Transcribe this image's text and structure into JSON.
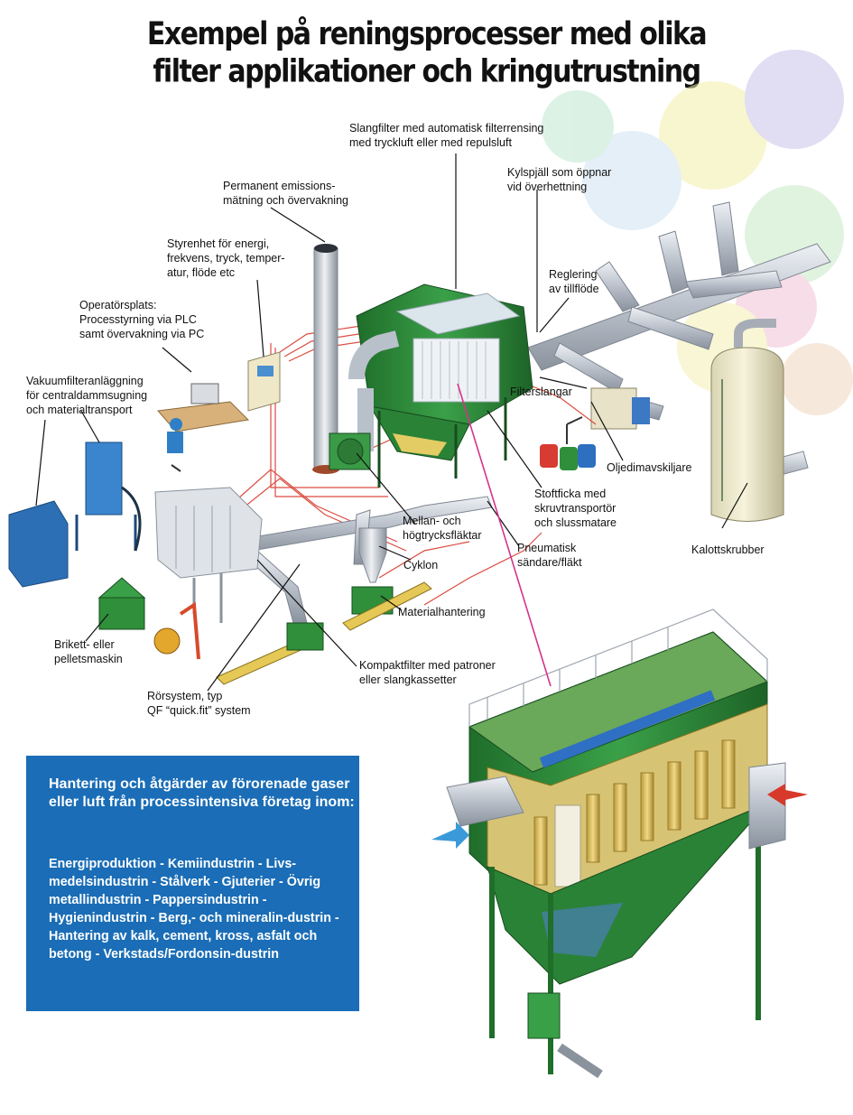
{
  "title": {
    "line1": "Exempel på reningsprocesser med olika",
    "line2": "filter applikationer och kringutrustning"
  },
  "labels": {
    "slangfilter": "Slangfilter med automatisk filterrensing\nmed tryckluft eller med repulsluft",
    "kylspjall": "Kylspjäll som öppnar\nvid överhettning",
    "emission": "Permanent emissions-\nmätning och övervakning",
    "styrenhet": "Styrenhet för energi,\nfrekvens, tryck, temper-\natur, flöde etc",
    "reglering": "Reglering\nav tillflöde",
    "operator": "Operatörsplats:\nProcesstyrning via PLC\nsamt övervakning via PC",
    "vakuum": "Vakuumfilteranläggning\nför centraldammsugning\noch materialtransport",
    "filterslangar": "Filterslangar",
    "oljedimavskiljare": "Oljedimavskiljare",
    "stoftficka": "Stoftficka med\nskruvtransportör\noch slussmatare",
    "flaktar": "Mellan- och\nhögtrycksfläktar",
    "pneumatisk": "Pneumatisk\nsändare/fläkt",
    "kalottskrubber": "Kalottskrubber",
    "cyklon": "Cyklon",
    "materialhantering": "Materialhantering",
    "brikett": "Brikett- eller\npelletsmaskin",
    "kompaktfilter": "Kompaktfilter med patroner\neller slangkassetter",
    "rorsystem": "Rörsystem, typ\nQF “quick.fit” system"
  },
  "info_box": {
    "heading": "Hantering och åtgärder av förorenade gaser eller luft från  processintensiva företag inom:",
    "body": "Energiproduktion - Kemiindustrin - Livs-medelsindustrin -  Stålverk -  Gjuterier - Övrig metallindustrin - Pappersindustrin -  Hygienindustrin - Berg,- och mineralin-dustrin - Hantering av kalk, cement, kross, asfalt och betong - Verkstads/Fordonsin-dustrin"
  },
  "colors": {
    "filter_green": "#2f8f3a",
    "duct_silver": "#c9ced6",
    "signal_red": "#d8382c",
    "info_blue": "#1a6db6",
    "connector_magenta": "#d6338a",
    "scrubber_cream": "#efe9c9"
  }
}
